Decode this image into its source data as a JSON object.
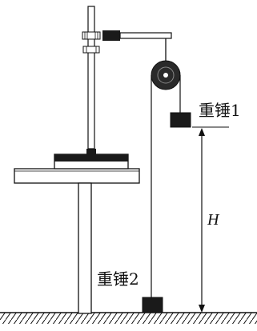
{
  "labels": {
    "weight1": "重锤1",
    "weight2": "重锤2",
    "height": "H"
  },
  "colors": {
    "ink": "#111111",
    "paper": "#ffffff",
    "mass_fill": "#1a1a1a",
    "pulley_fill": "#2a2a2a",
    "wood_fill": "#ffffff"
  }
}
